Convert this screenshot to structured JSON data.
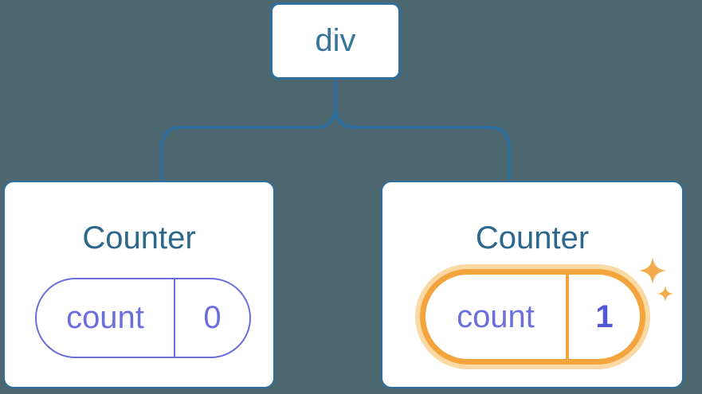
{
  "colors": {
    "bg": "#4D6771",
    "stroke-blue": "#2E6F9D",
    "div-label-blue": "#37749D",
    "title-blue": "#2D678C",
    "purple": "#6B6FDC",
    "purple-bold": "#5158D4",
    "orange": "#F4A43C",
    "orange-halo": "#FAD9A4",
    "sparkle-orange": "#F2AC4B",
    "card-bg": "#FFFFFF"
  },
  "icons": {
    "sparkle": "sparkle-icon"
  },
  "tree": {
    "root": {
      "label": "div"
    },
    "children": [
      {
        "title": "Counter",
        "state_name": "count",
        "state_value": "0",
        "highlighted": false
      },
      {
        "title": "Counter",
        "state_name": "count",
        "state_value": "1",
        "highlighted": true
      }
    ]
  }
}
